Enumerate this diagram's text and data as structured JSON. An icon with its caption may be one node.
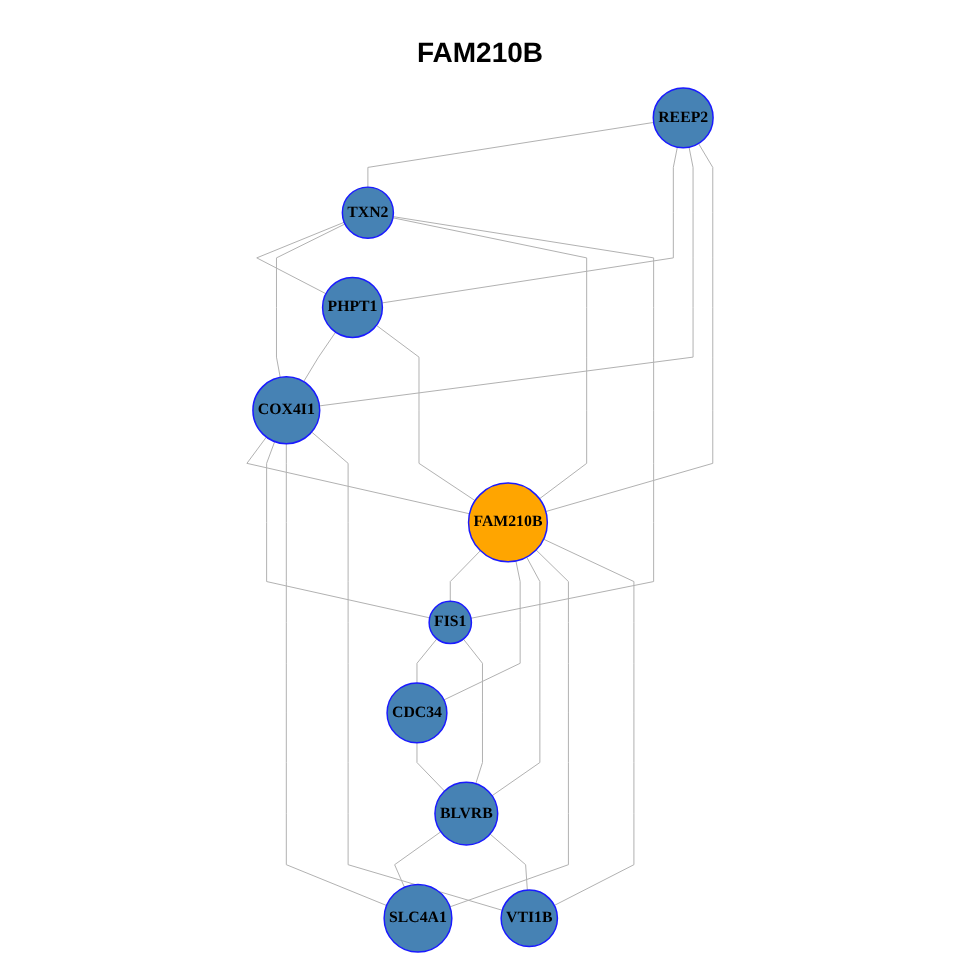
{
  "diagram": {
    "title": "FAM210B",
    "nodes": [
      {
        "text": [
          "REEP2"
        ]
      },
      {
        "text": [
          "TXN2"
        ]
      },
      {
        "text": [
          "PHPT1"
        ]
      },
      {
        "text": [
          "FIS1"
        ]
      },
      {
        "text": [
          "COX4I1"
        ]
      },
      {
        "text": [
          "FAM210B"
        ]
      },
      {
        "text": [
          "CDC34"
        ]
      },
      {
        "text": [
          "BLVRB"
        ]
      },
      {
        "text": [
          "SLC4A1"
        ]
      },
      {
        "text": [
          "VTI1B"
        ]
      }
    ],
    "edges": [
      {
        "from": 0,
        "to": 1,
        "arrow": "none"
      },
      {
        "from": 0,
        "to": 2,
        "arrow": "none"
      },
      {
        "from": 0,
        "to": 4,
        "arrow": "none"
      },
      {
        "from": 0,
        "to": 5,
        "arrow": "none"
      },
      {
        "from": 1,
        "to": 2,
        "arrow": "none"
      },
      {
        "from": 1,
        "to": 4,
        "arrow": "none"
      },
      {
        "from": 1,
        "to": 5,
        "arrow": "none"
      },
      {
        "from": 1,
        "to": 3,
        "arrow": "none"
      },
      {
        "from": 2,
        "to": 4,
        "arrow": "none"
      },
      {
        "from": 2,
        "to": 5,
        "arrow": "none"
      },
      {
        "from": 4,
        "to": 5,
        "arrow": "none"
      },
      {
        "from": 4,
        "to": 3,
        "arrow": "none"
      },
      {
        "from": 4,
        "to": 8,
        "arrow": "none"
      },
      {
        "from": 4,
        "to": 9,
        "arrow": "none"
      },
      {
        "from": 5,
        "to": 3,
        "arrow": "none"
      },
      {
        "from": 5,
        "to": 6,
        "arrow": "none"
      },
      {
        "from": 5,
        "to": 7,
        "arrow": "none"
      },
      {
        "from": 5,
        "to": 8,
        "arrow": "none"
      },
      {
        "from": 5,
        "to": 9,
        "arrow": "none"
      },
      {
        "from": 3,
        "to": 6,
        "arrow": "none"
      },
      {
        "from": 3,
        "to": 7,
        "arrow": "none"
      },
      {
        "from": 6,
        "to": 7,
        "arrow": "none"
      },
      {
        "from": 7,
        "to": 8,
        "arrow": "none"
      },
      {
        "from": 7,
        "to": 9,
        "arrow": "none"
      }
    ]
  }
}
